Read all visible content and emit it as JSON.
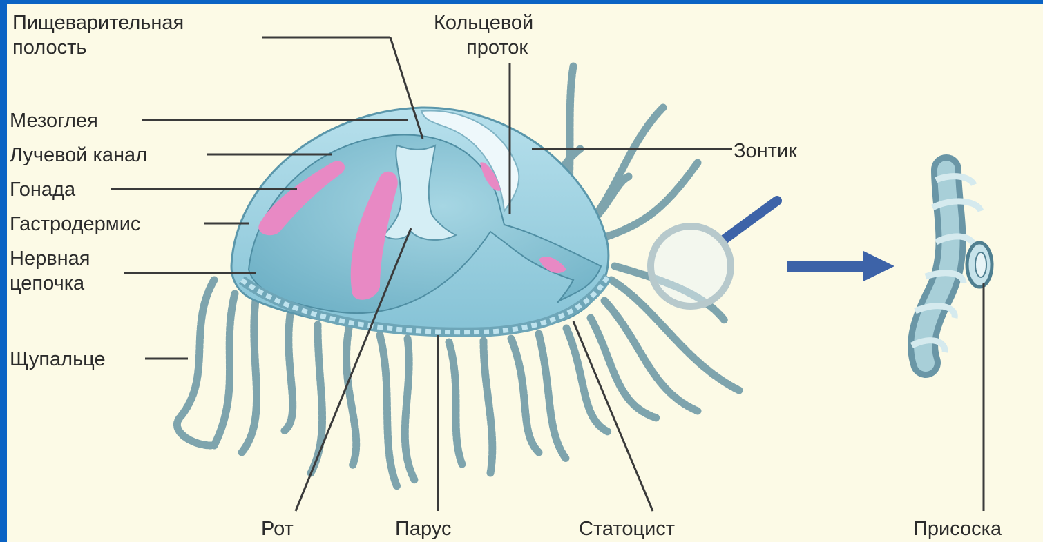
{
  "labels": {
    "digestive_cavity": [
      "Пищеварительная",
      "полость"
    ],
    "ring_canal": [
      "Кольцевой",
      "проток"
    ],
    "mesoglea": "Мезоглея",
    "radial_canal": "Лучевой канал",
    "gonad": "Гонада",
    "gastrodermis": "Гастродермис",
    "nerve_ring": [
      "Нервная",
      "цепочка"
    ],
    "tentacle": "Щупальце",
    "umbrella": "Зонтик",
    "mouth": "Рот",
    "velum": "Парус",
    "statocyst": "Статоцист",
    "sucker": "Присоска"
  },
  "colors": {
    "frame": "#0b63c4",
    "background": "#fcfae6",
    "umbrella": "#9fd3e3",
    "gonad": "#e889c4",
    "arrow": "#3d63a8"
  }
}
